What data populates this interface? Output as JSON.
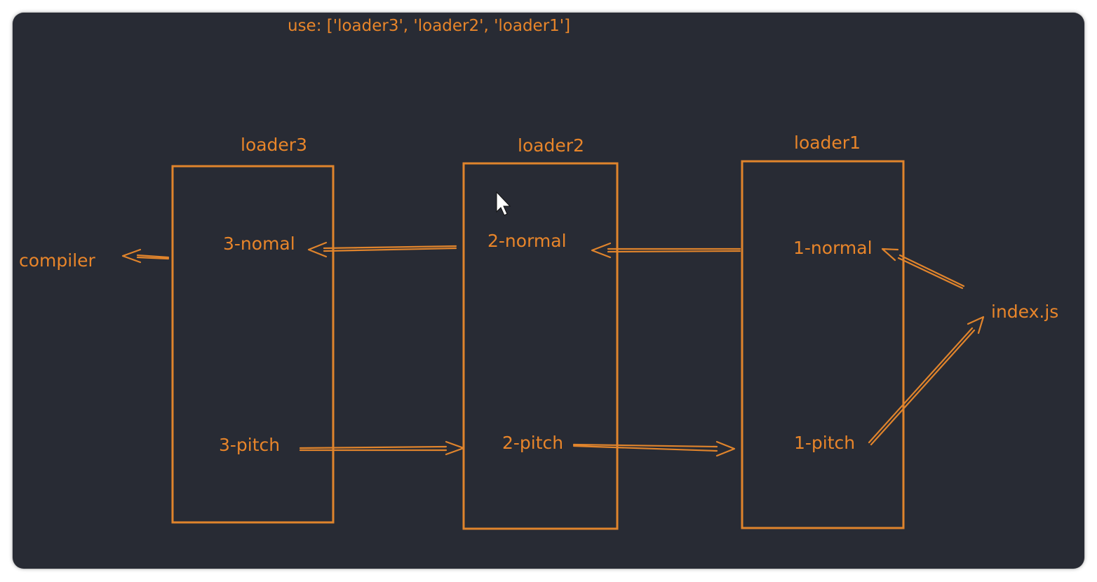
{
  "header": {
    "use_line": "use: ['loader3', 'loader2', 'loader1']"
  },
  "loaders": [
    {
      "title": "loader3",
      "normal": "3-nomal",
      "pitch": "3-pitch"
    },
    {
      "title": "loader2",
      "normal": "2-normal",
      "pitch": "2-pitch"
    },
    {
      "title": "loader1",
      "normal": "1-normal",
      "pitch": "1-pitch"
    }
  ],
  "endpoints": {
    "left": "compiler",
    "right": "index.js"
  },
  "colors": {
    "background": "#282b34",
    "stroke": "#e0842c",
    "text": "#e8852a"
  },
  "icons": {
    "cursor": "mouse-pointer-icon"
  }
}
